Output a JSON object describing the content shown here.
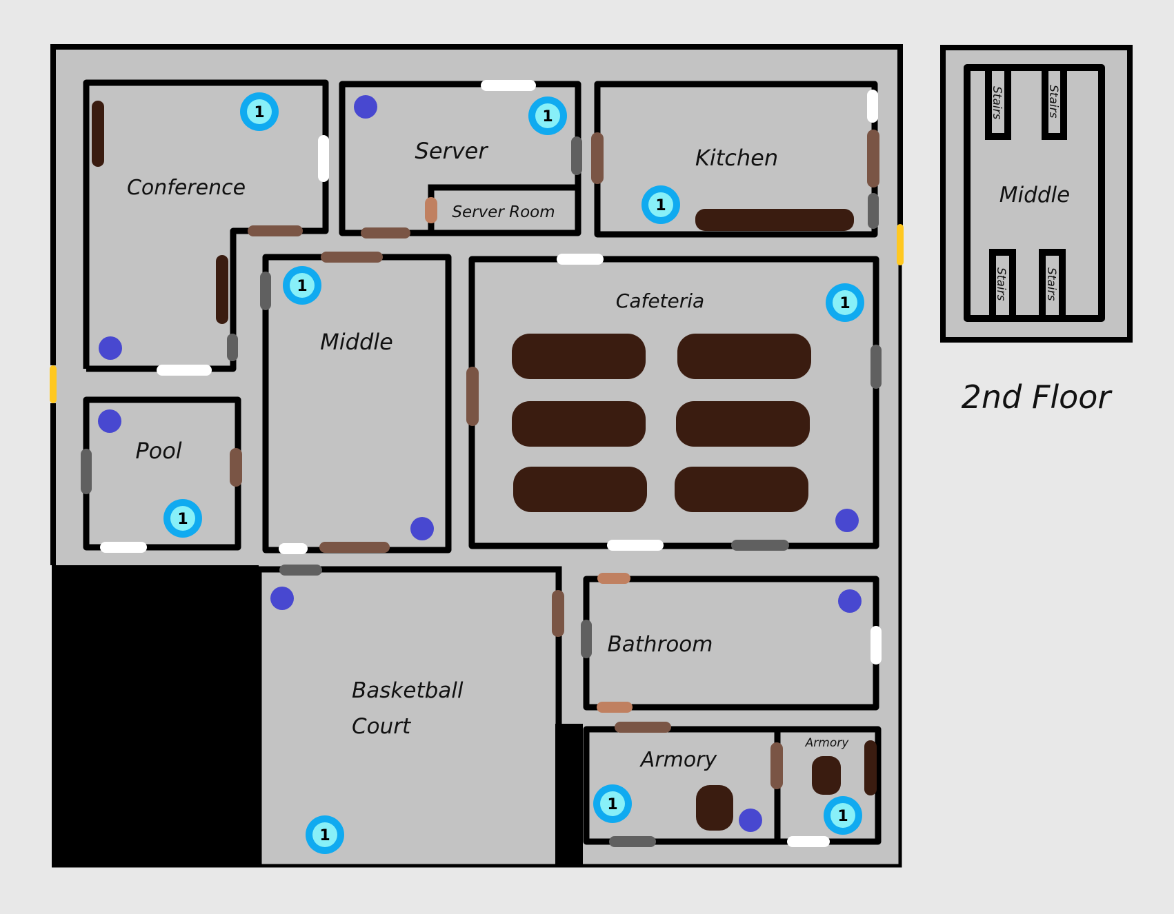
{
  "map": {
    "title": "2nd Floor",
    "colors": {
      "background": "#e8e8e8",
      "floor": "#c3c3c3",
      "wall": "#000000",
      "door_white": "#ffffff",
      "door_gray": "#606060",
      "door_brown": "#7a5545",
      "door_tan": "#c08060",
      "door_dark": "#3a1c10",
      "exit_yellow": "#ffc820",
      "spawn_dot": "#4848d0",
      "marker_outer": "#10aaf0",
      "marker_inner": "#88f0f8",
      "furniture": "#3a1c10",
      "blocked": "#000000"
    },
    "rooms": [
      {
        "id": "conference",
        "label": "Conference"
      },
      {
        "id": "server",
        "label": "Server"
      },
      {
        "id": "server-room",
        "label": "Server Room"
      },
      {
        "id": "kitchen",
        "label": "Kitchen"
      },
      {
        "id": "middle",
        "label": "Middle"
      },
      {
        "id": "cafeteria",
        "label": "Cafeteria"
      },
      {
        "id": "pool",
        "label": "Pool"
      },
      {
        "id": "basketball-court",
        "label": "Basketball",
        "label2": "Court"
      },
      {
        "id": "bathroom",
        "label": "Bathroom"
      },
      {
        "id": "armory",
        "label": "Armory"
      },
      {
        "id": "armory-small",
        "label": "Armory"
      }
    ],
    "second_floor": {
      "room_label": "Middle",
      "stairs_label": "Stairs"
    },
    "markers": [
      {
        "room": "conference",
        "value": "1"
      },
      {
        "room": "server",
        "value": "1"
      },
      {
        "room": "kitchen",
        "value": "1"
      },
      {
        "room": "middle",
        "value": "1"
      },
      {
        "room": "cafeteria",
        "value": "1"
      },
      {
        "room": "pool",
        "value": "1"
      },
      {
        "room": "basketball-court",
        "value": "1"
      },
      {
        "room": "armory",
        "value": "1"
      },
      {
        "room": "armory-small",
        "value": "1"
      }
    ]
  }
}
